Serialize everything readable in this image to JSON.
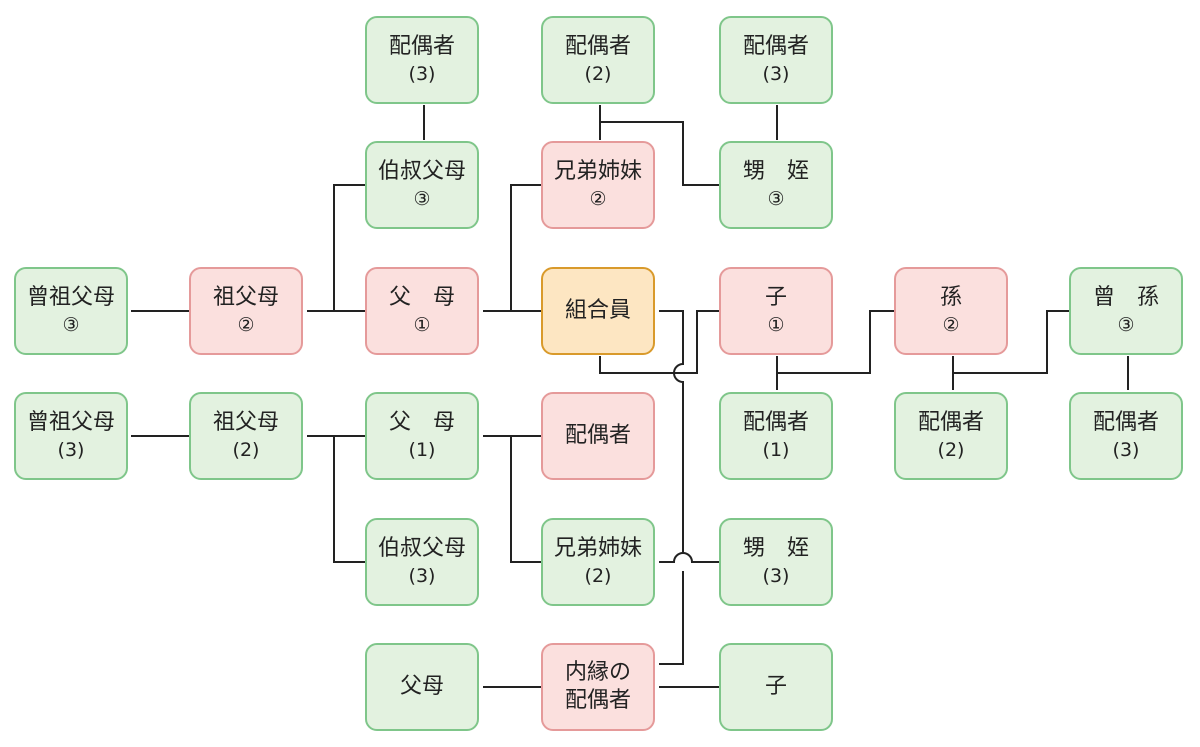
{
  "nodes": [
    {
      "id": "haigusha3_top_left",
      "label": "配偶者",
      "sub": "(3)",
      "tone": "green"
    },
    {
      "id": "haigusha2_top",
      "label": "配偶者",
      "sub": "(2)",
      "tone": "green"
    },
    {
      "id": "haigusha3_top_right",
      "label": "配偶者",
      "sub": "(3)",
      "tone": "green"
    },
    {
      "id": "hakushukufubo_b3",
      "label": "伯叔父母",
      "sub": "③",
      "tone": "green"
    },
    {
      "id": "kyodai_b2",
      "label": "兄弟姉妹",
      "sub": "②",
      "tone": "pink"
    },
    {
      "id": "oi_mei_b3",
      "label": "甥　姪",
      "sub": "③",
      "tone": "green"
    },
    {
      "id": "sosofubo_b3",
      "label": "曾祖父母",
      "sub": "③",
      "tone": "green"
    },
    {
      "id": "sofubo_b2",
      "label": "祖父母",
      "sub": "②",
      "tone": "pink"
    },
    {
      "id": "fubo_b1",
      "label": "父　母",
      "sub": "①",
      "tone": "pink"
    },
    {
      "id": "kumiaiin",
      "label": "組合員",
      "sub": "",
      "tone": "orange"
    },
    {
      "id": "ko_b1",
      "label": "子",
      "sub": "①",
      "tone": "pink"
    },
    {
      "id": "mago_b2",
      "label": "孫",
      "sub": "②",
      "tone": "pink"
    },
    {
      "id": "himago_b3",
      "label": "曾　孫",
      "sub": "③",
      "tone": "green"
    },
    {
      "id": "sosofubo_p3",
      "label": "曾祖父母",
      "sub": "(3)",
      "tone": "green"
    },
    {
      "id": "sofubo_p2",
      "label": "祖父母",
      "sub": "(2)",
      "tone": "green"
    },
    {
      "id": "fubo_p1",
      "label": "父　母",
      "sub": "(1)",
      "tone": "green"
    },
    {
      "id": "haigusha_spouse",
      "label": "配偶者",
      "sub": "",
      "tone": "pink"
    },
    {
      "id": "haigusha_ko1",
      "label": "配偶者",
      "sub": "(1)",
      "tone": "green"
    },
    {
      "id": "haigusha_mago2",
      "label": "配偶者",
      "sub": "(2)",
      "tone": "green"
    },
    {
      "id": "haigusha_himago3",
      "label": "配偶者",
      "sub": "(3)",
      "tone": "green"
    },
    {
      "id": "hakushukufubo_p3",
      "label": "伯叔父母",
      "sub": "(3)",
      "tone": "green"
    },
    {
      "id": "kyodai_p2",
      "label": "兄弟姉妹",
      "sub": "(2)",
      "tone": "green"
    },
    {
      "id": "oi_mei_p3",
      "label": "甥　姪",
      "sub": "(3)",
      "tone": "green"
    },
    {
      "id": "fubo_naien",
      "label": "父母",
      "sub": "",
      "tone": "green"
    },
    {
      "id": "naien_haigusha",
      "label": "内縁の",
      "sub": "配偶者",
      "tone": "pink"
    },
    {
      "id": "ko_naien",
      "label": "子",
      "sub": "",
      "tone": "green"
    }
  ]
}
